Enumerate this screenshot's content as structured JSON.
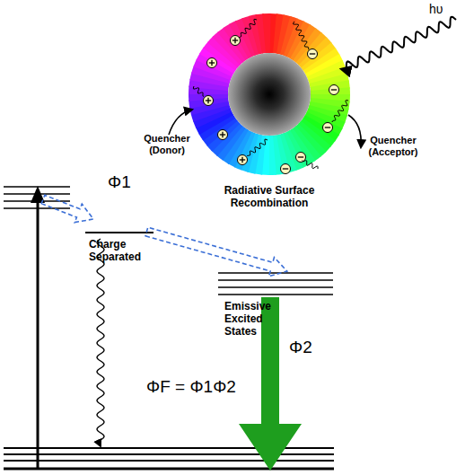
{
  "diagram": {
    "nodes": [
      {
        "text": [
          "Charge Separated"
        ]
      },
      {
        "text": [
          "Emissive Excited States"
        ]
      }
    ],
    "edges": [
      {
        "from": 0,
        "to": 1,
        "arrow": "to"
      }
    ],
    "labels": [
      "Φ1",
      "Φ2",
      "ΦF = Φ1Φ2",
      "hυ",
      "Quencher (Donor)",
      "Quencher (Acceptor)",
      "Radiative Surface Recombination"
    ]
  }
}
